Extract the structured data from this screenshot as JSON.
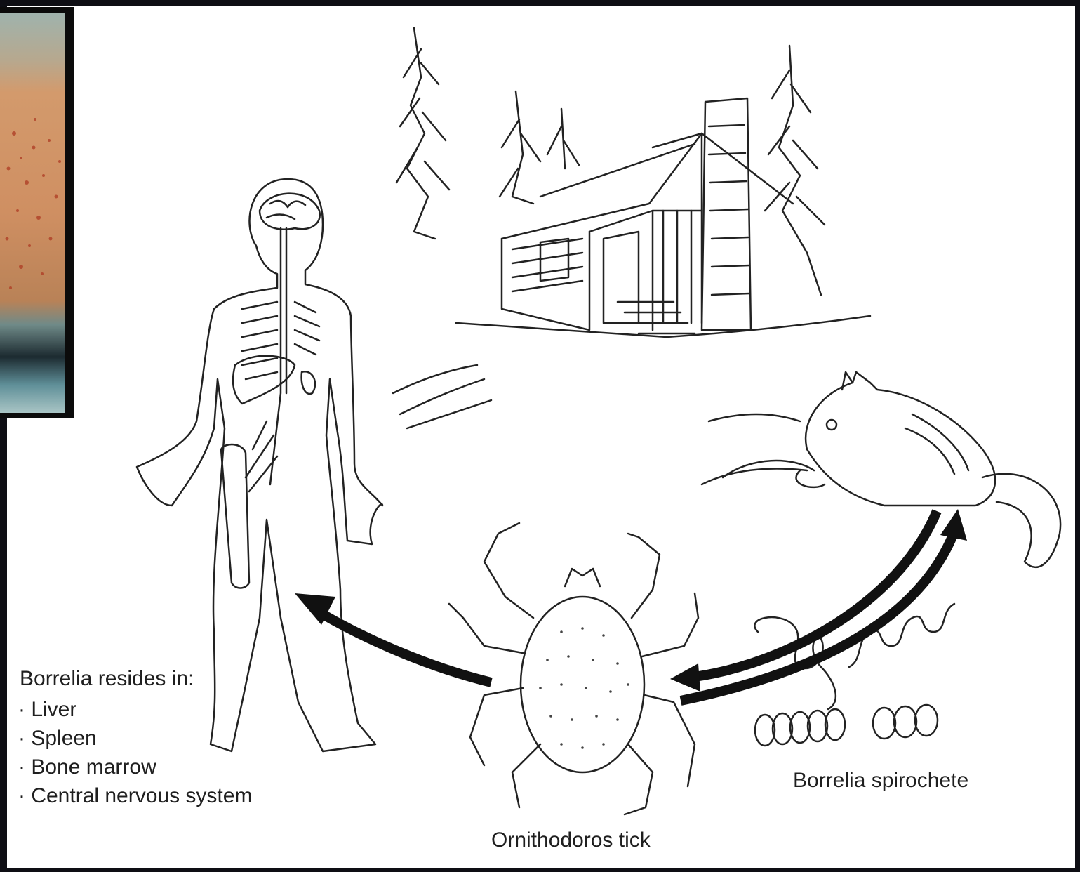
{
  "labels": {
    "resides_title": "Borrelia resides in:",
    "resides_items": [
      "Liver",
      "Spleen",
      "Bone marrow",
      "Central nervous system"
    ],
    "spirochete": "Borrelia spirochete",
    "tick": "Ornithodoros tick"
  },
  "colors": {
    "background": "#0e0e14",
    "panel": "#ffffff",
    "ink": "#1f1f1f",
    "photo_skin": "#c98a5e",
    "photo_rash": "#b8442c"
  },
  "icons": {
    "skin_photo": "skin-rash-photo",
    "cabin": "log-cabin-illustration",
    "human": "human-anatomy-figure",
    "chipmunk": "chipmunk-illustration",
    "tick": "tick-illustration",
    "spirochete": "spirochete-spirals"
  }
}
